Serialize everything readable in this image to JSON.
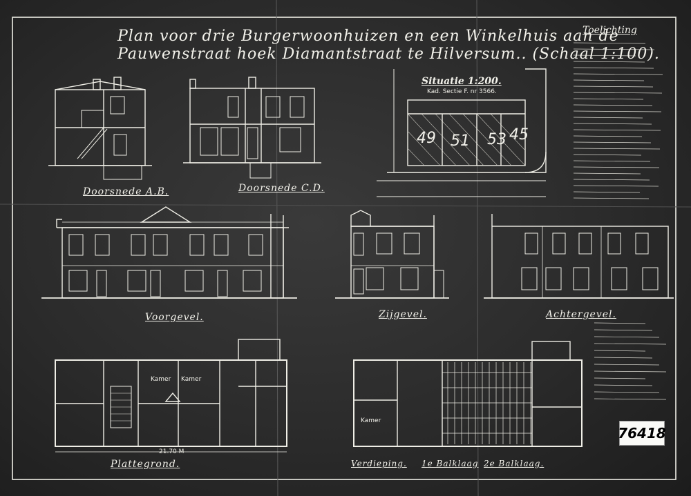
{
  "title": {
    "line1": "Plan voor drie Burgerwoonhuizen en een Winkelhuis aan de",
    "line2": "Pauwenstraat hoek Diamantstraat te Hilversum.. (Schaal 1:100)."
  },
  "sections": {
    "ab": "Doorsnede A.B.",
    "cd": "Doorsnede C.D."
  },
  "situation": {
    "title": "Situatie 1:200.",
    "subtitle": "Kad. Sectie F. nr 3566.",
    "plot_numbers": [
      "49",
      "51",
      "53",
      "45"
    ]
  },
  "toelichting": {
    "title": "Toelichting"
  },
  "elevations": {
    "front": "Voorgevel.",
    "side": "Zijgevel.",
    "rear": "Achtergevel."
  },
  "plans": {
    "ground": "Plattegrond.",
    "upper": "Verdieping.",
    "joists1": "1e Balklaag",
    "joists2": "2e Balklaag.",
    "room_label": "Kamer",
    "ground_width": "21.70 M"
  },
  "archive_number": "76418",
  "colors": {
    "paper": "#2b2b2b",
    "ink": "#f2f1ea"
  }
}
